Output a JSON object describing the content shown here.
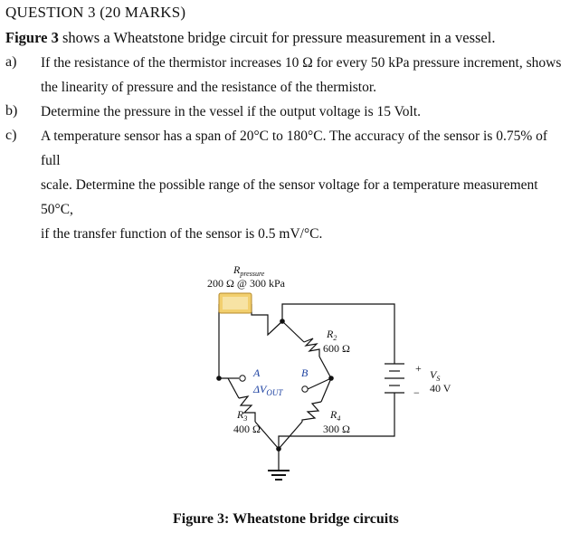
{
  "question_title": "QUESTION 3 (20 MARKS)",
  "intro": {
    "fig_ref": "Figure 3",
    "text": " shows a Wheatstone bridge circuit for pressure measurement in a vessel."
  },
  "parts": [
    {
      "label": "a)",
      "lines": [
        "If the resistance of the thermistor increases 10 Ω for every 50 kPa pressure increment, shows",
        "the linearity of pressure and the resistance of the thermistor."
      ]
    },
    {
      "label": "b)",
      "lines": [
        "Determine the pressure in the vessel if the output voltage is 15 Volt."
      ]
    },
    {
      "label": "c)",
      "lines": [
        "A temperature sensor has a span of 20°C to 180°C. The accuracy of the sensor is 0.75% of full",
        "scale. Determine the possible range of the sensor voltage for a temperature measurement 50°C,",
        "if the transfer function of the sensor is 0.5 mV/°C."
      ]
    }
  ],
  "circuit": {
    "r_pressure_main": "R",
    "r_pressure_sub": "pressure",
    "r_pressure_value": "200 Ω @ 300 kPa",
    "r2_main": "R",
    "r2_sub": "2",
    "r2_value": "600 Ω",
    "r3_main": "R",
    "r3_sub": "3",
    "r3_value": "400 Ω",
    "r4_main": "R",
    "r4_sub": "4",
    "r4_value": "300 Ω",
    "node_a": "A",
    "node_b": "B",
    "vout_delta": "ΔV",
    "vout_sub": "OUT",
    "vs_main": "V",
    "vs_sub": "S",
    "vs_value": "40 V",
    "plus": "+",
    "minus": "−",
    "colors": {
      "wire": "#111111",
      "thermistor": "#f2cf6e",
      "node_label": "#1a3fa0"
    }
  },
  "figure_caption": "Figure 3: Wheatstone bridge circuits"
}
